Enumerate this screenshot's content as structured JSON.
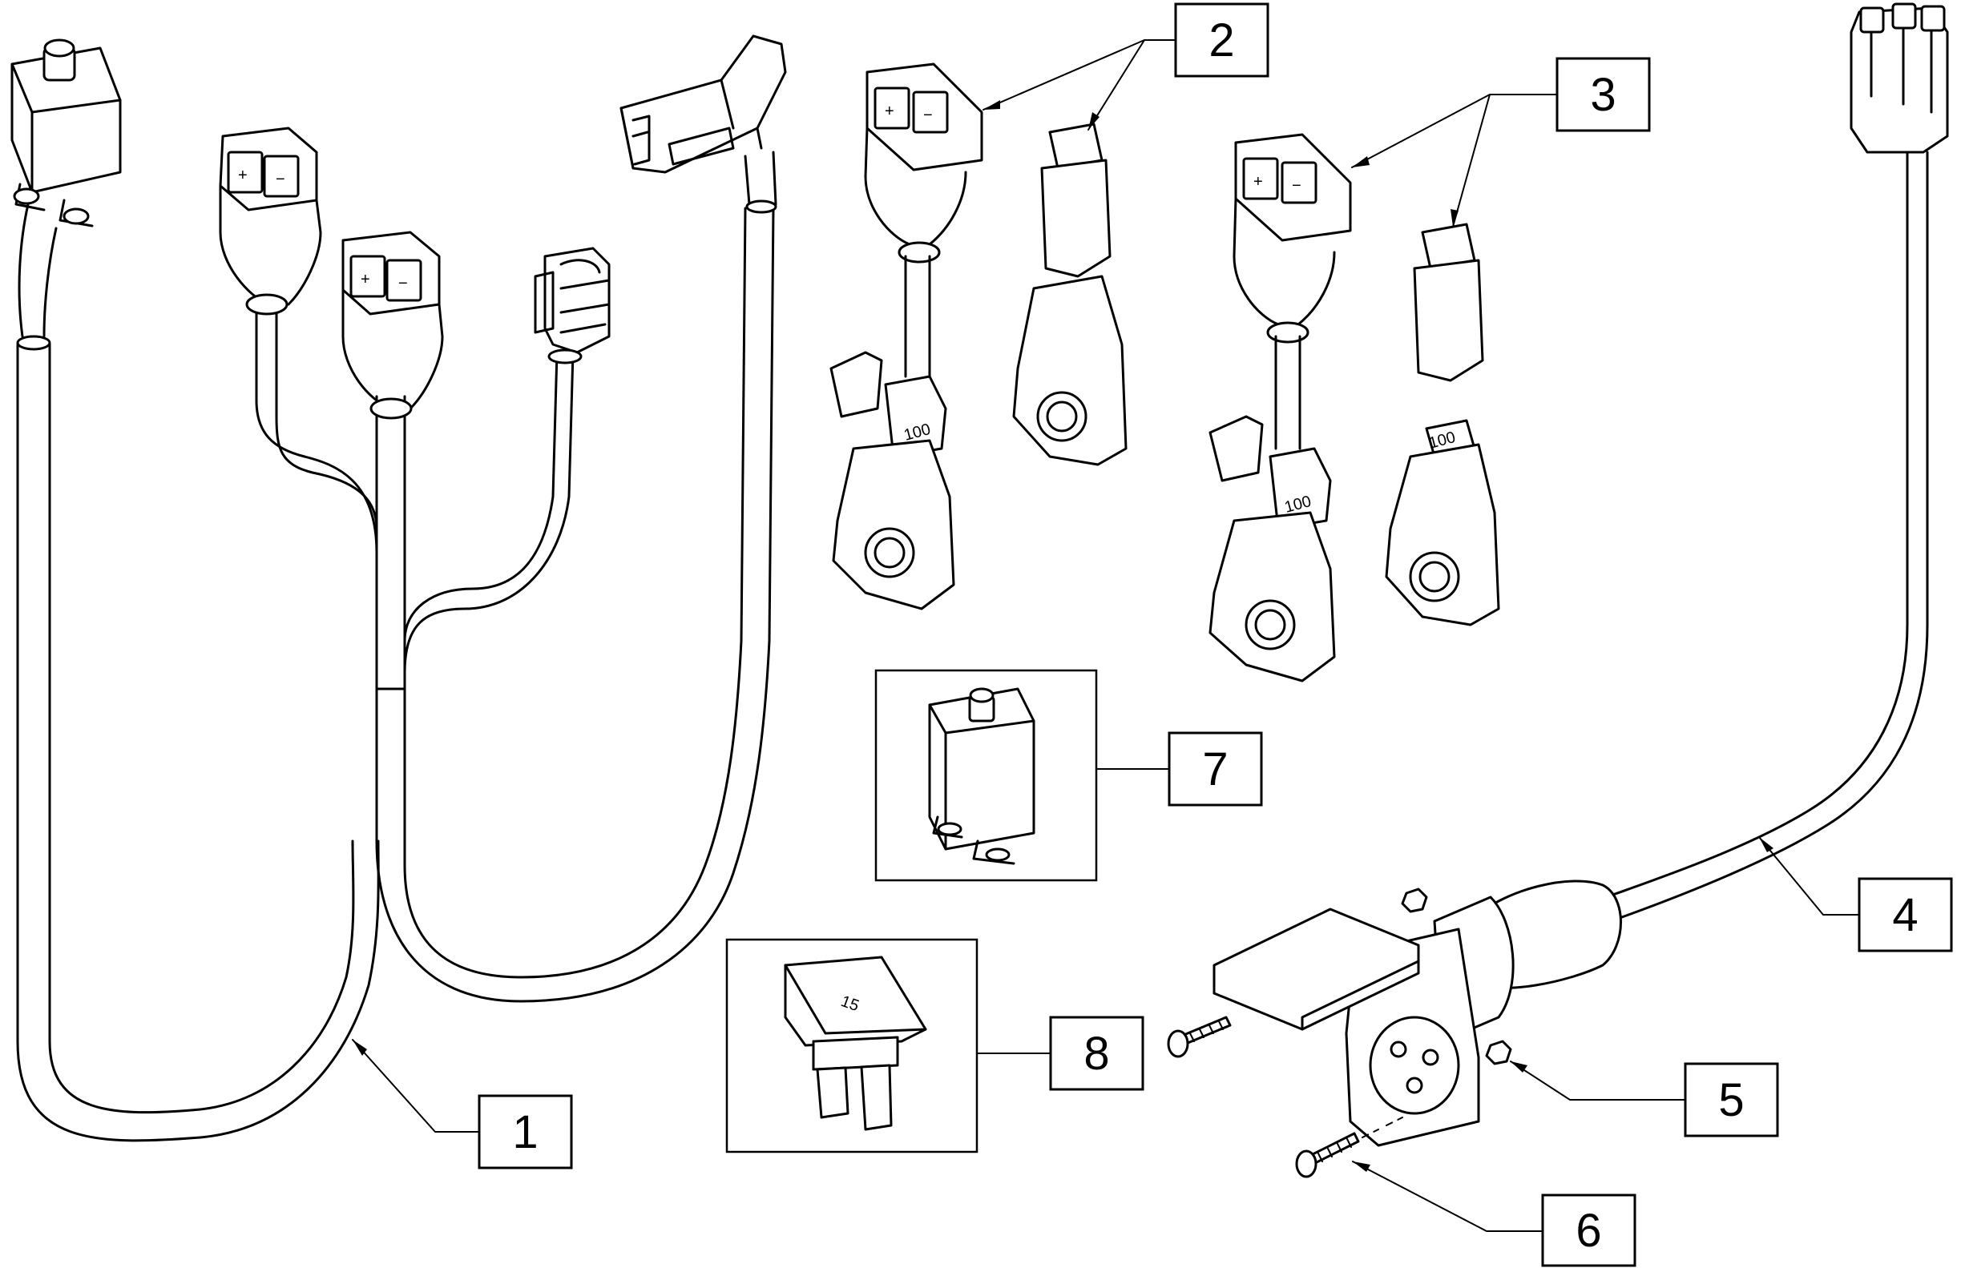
{
  "callouts": [
    {
      "id": "1",
      "label": "1"
    },
    {
      "id": "2",
      "label": "2"
    },
    {
      "id": "3",
      "label": "3"
    },
    {
      "id": "4",
      "label": "4"
    },
    {
      "id": "5",
      "label": "5"
    },
    {
      "id": "6",
      "label": "6"
    },
    {
      "id": "7",
      "label": "7"
    },
    {
      "id": "8",
      "label": "8"
    }
  ],
  "markings": {
    "plus": "+",
    "minus": "−",
    "fuse_rating": "15",
    "connector_code": "100"
  }
}
